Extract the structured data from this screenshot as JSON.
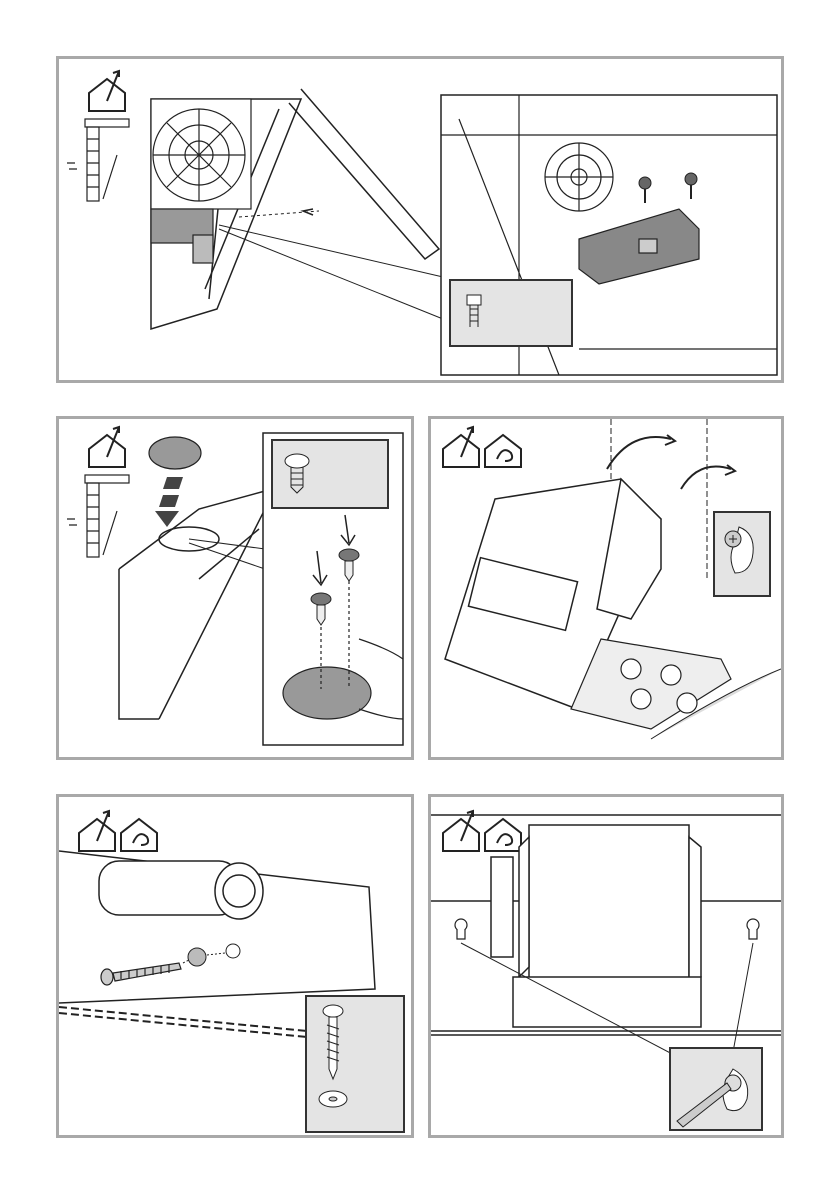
{
  "page": {
    "panels": [
      {
        "id": "step-1",
        "symbols": [
          "ducted-mode-icon",
          "wall-mount-icon"
        ]
      },
      {
        "id": "step-2",
        "symbols": [
          "ducted-mode-icon",
          "wall-mount-icon"
        ]
      },
      {
        "id": "step-3",
        "symbols": [
          "ducted-mode-icon",
          "recirculation-mode-icon"
        ]
      },
      {
        "id": "step-4",
        "symbols": [
          "ducted-mode-icon",
          "recirculation-mode-icon"
        ]
      },
      {
        "id": "step-5",
        "symbols": [
          "ducted-mode-icon",
          "recirculation-mode-icon"
        ]
      }
    ],
    "colors": {
      "frame": "#a9a9a9",
      "inset_bg": "#e4e4e4",
      "line": "#222222",
      "shade": "#999999"
    }
  }
}
